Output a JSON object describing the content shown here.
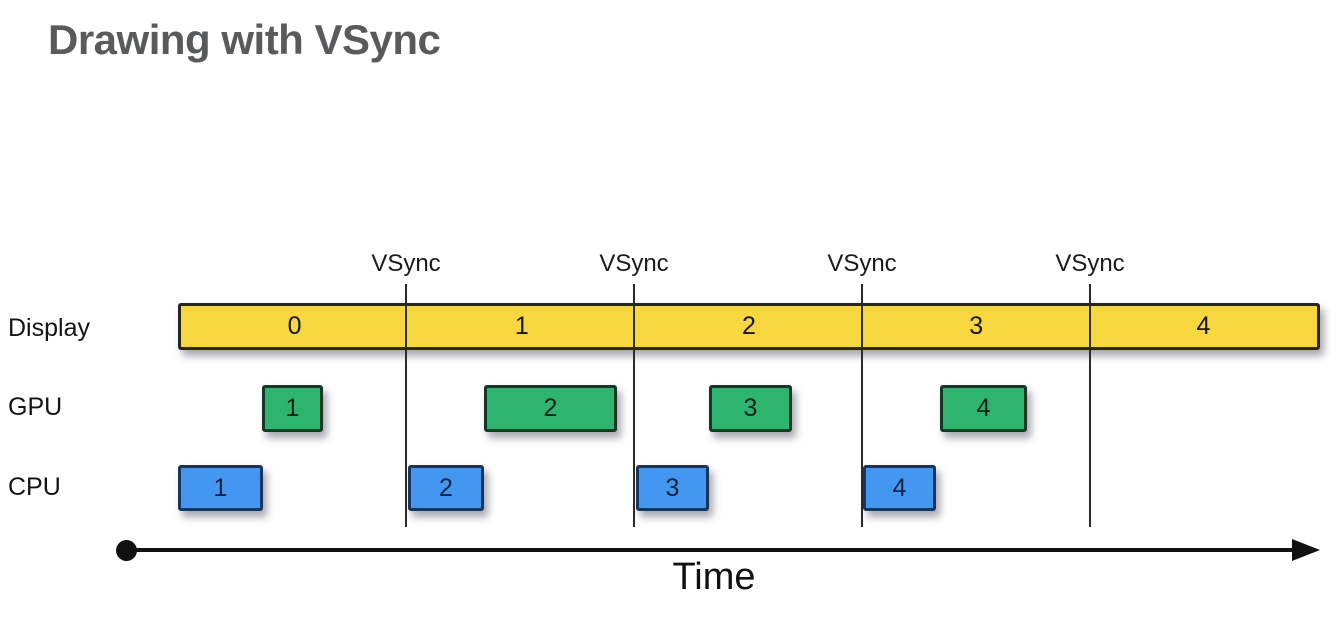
{
  "title": "Drawing with VSync",
  "vsync": {
    "label": "VSync"
  },
  "rows": {
    "display": {
      "label": "Display",
      "segments": [
        "0",
        "1",
        "2",
        "3",
        "4"
      ]
    },
    "gpu": {
      "label": "GPU",
      "boxes": [
        "1",
        "2",
        "3",
        "4"
      ]
    },
    "cpu": {
      "label": "CPU",
      "boxes": [
        "1",
        "2",
        "3",
        "4"
      ]
    }
  },
  "time_axis": {
    "label": "Time"
  },
  "colors": {
    "display_fill": "#f6d73f",
    "gpu_fill": "#2db570",
    "cpu_fill": "#4497f0",
    "vsync_line": "#2b2b2b",
    "title_text": "#595a5c",
    "axis": "#111111"
  }
}
